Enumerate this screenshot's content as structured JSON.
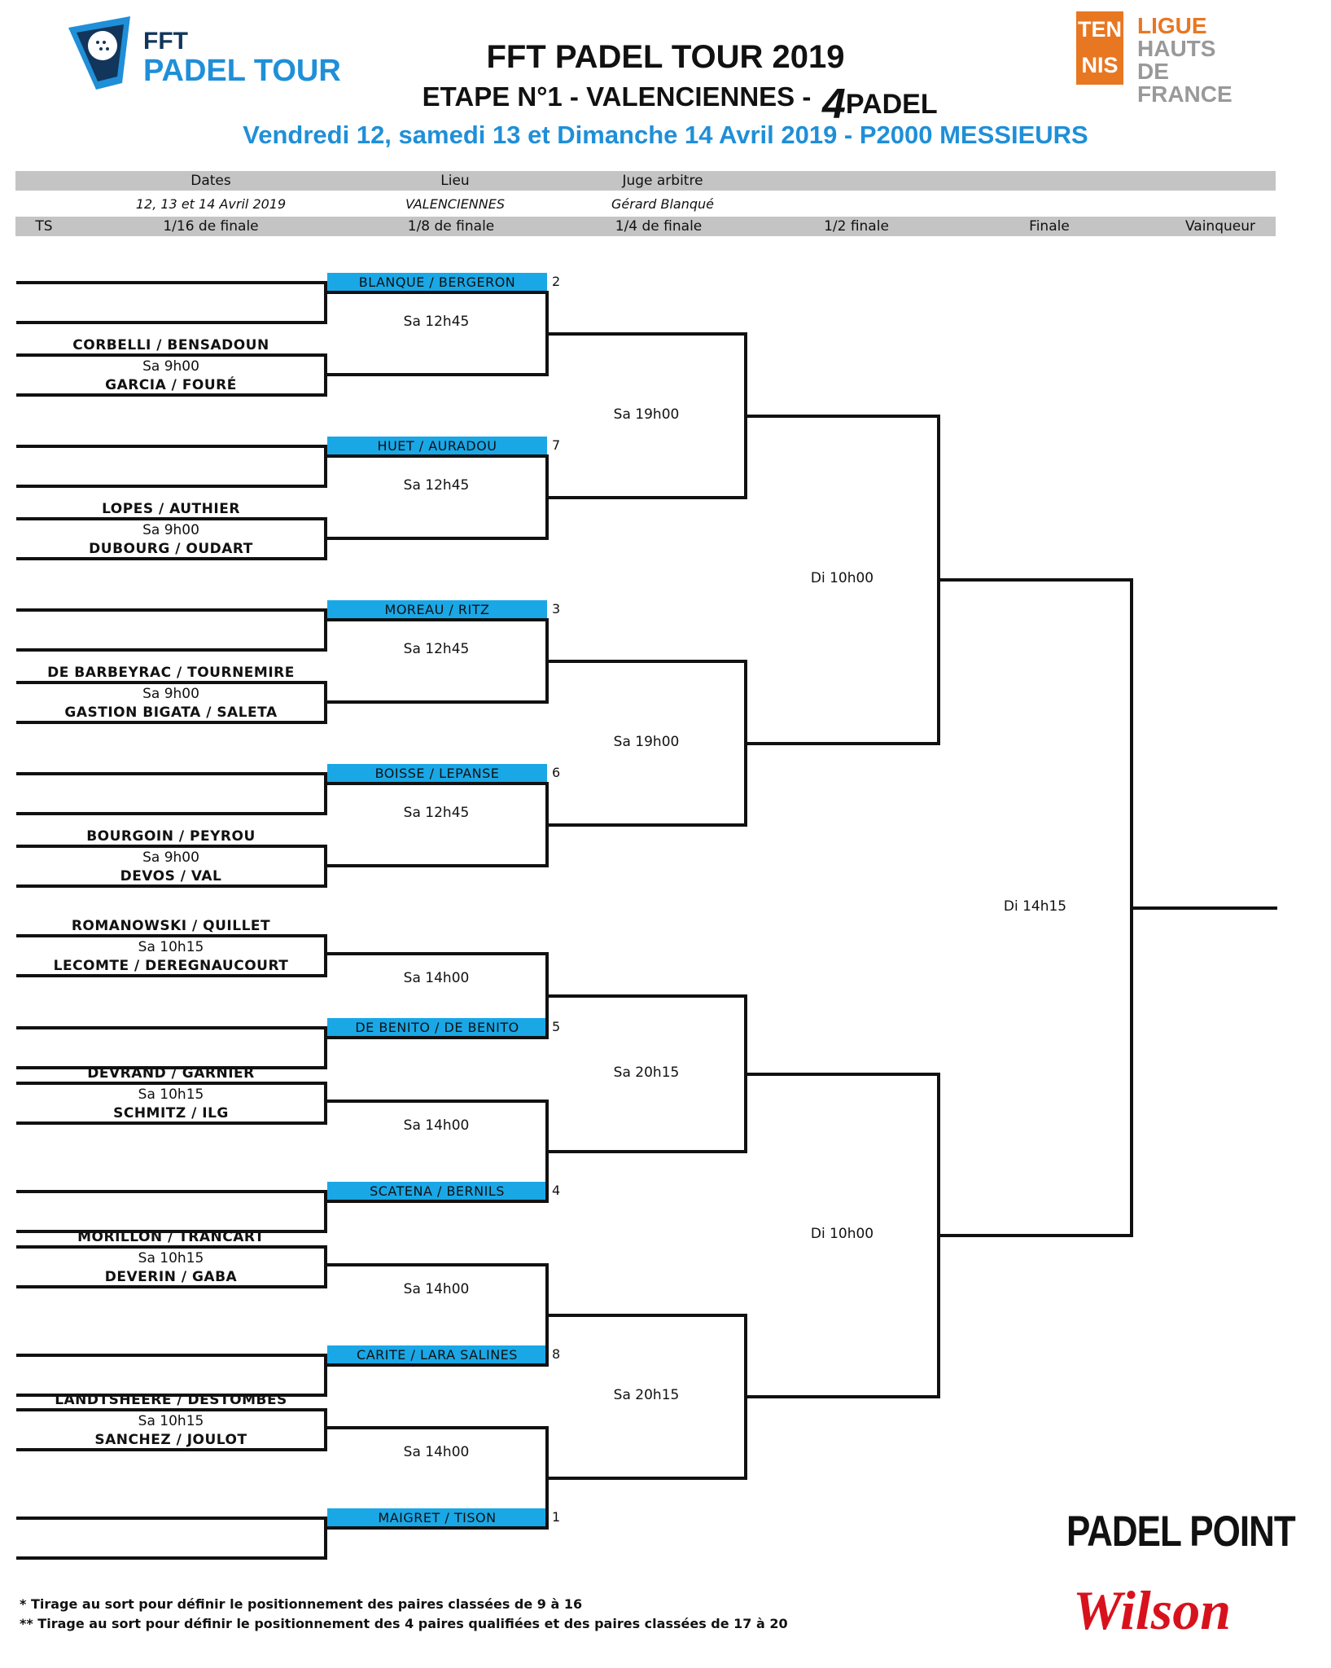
{
  "header": {
    "logo_left": {
      "line1": "FFT",
      "line2": "PADEL TOUR"
    },
    "main_title": "FFT PADEL TOUR 2019",
    "etape": "ETAPE N°1 - VALENCIENNES -",
    "sponsor_logo": {
      "digit": "4",
      "word": "PADEL"
    },
    "date_line": "Vendredi 12, samedi 13 et Dimanche 14 Avril 2019 -  P2000 MESSIEURS",
    "logo_right": {
      "box_top": "TEN",
      "box_bottom": "NIS",
      "line1": "LIGUE",
      "line2": "HAUTS",
      "line3": "DE FRANCE"
    },
    "colors": {
      "accent_blue": "#1f8fd8",
      "seed_blue": "#1aa7e6",
      "orange": "#e87722",
      "grey_bar": "#c4c4c4",
      "wilson_red": "#d8121d"
    }
  },
  "info": {
    "labels": {
      "dates": "Dates",
      "lieu": "Lieu",
      "juge": "Juge arbitre"
    },
    "values": {
      "dates": "12, 13 et 14 Avril 2019",
      "lieu": "VALENCIENNES",
      "juge": "Gérard Blanqué"
    }
  },
  "rounds": {
    "ts": "TS",
    "r16": "1/16 de finale",
    "r8": "1/8 de finale",
    "r4": "1/4 de finale",
    "r2": "1/2 finale",
    "final": "Finale",
    "winner": "Vainqueur"
  },
  "bracket": {
    "r16_matches": [
      {
        "top": "CORBELLI / BENSADOUN",
        "time": "Sa 9h00",
        "bottom": "GARCIA / FOURÉ"
      },
      {
        "top": "LOPES / AUTHIER",
        "time": "Sa 9h00",
        "bottom": "DUBOURG / OUDART"
      },
      {
        "top": "DE BARBEYRAC / TOURNEMIRE",
        "time": "Sa 9h00",
        "bottom": "GASTION BIGATA / SALETA"
      },
      {
        "top": "BOURGOIN / PEYROU",
        "time": "Sa 9h00",
        "bottom": "DEVOS / VAL"
      },
      {
        "top": "ROMANOWSKI / QUILLET",
        "time": "Sa 10h15",
        "bottom": "LECOMTE / DEREGNAUCOURT"
      },
      {
        "top": "DEVRAND / GARNIER",
        "time": "Sa 10h15",
        "bottom": "SCHMITZ / ILG"
      },
      {
        "top": "MORILLON / TRANCART",
        "time": "Sa 10h15",
        "bottom": "DEVERIN / GABA"
      },
      {
        "top": "LANDTSHEERE / DESTOMBES",
        "time": "Sa 10h15",
        "bottom": "SANCHEZ / JOULOT"
      }
    ],
    "seeds": [
      {
        "name": "BLANQUE / BERGERON",
        "seed": "2"
      },
      {
        "name": "HUET / AURADOU",
        "seed": "7"
      },
      {
        "name": "MOREAU / RITZ",
        "seed": "3"
      },
      {
        "name": "BOISSE / LEPANSE",
        "seed": "6"
      },
      {
        "name": "DE BENITO / DE BENITO",
        "seed": "5"
      },
      {
        "name": "SCATENA / BERNILS",
        "seed": "4"
      },
      {
        "name": "CARITE / LARA SALINES",
        "seed": "8"
      },
      {
        "name": "MAIGRET / TISON",
        "seed": "1"
      }
    ],
    "r8_times": [
      "Sa 12h45",
      "Sa 12h45",
      "Sa 12h45",
      "Sa 12h45",
      "Sa 14h00",
      "Sa 14h00",
      "Sa 14h00",
      "Sa 14h00"
    ],
    "qf_times": [
      "Sa 19h00",
      "Sa 19h00",
      "Sa 20h15",
      "Sa 20h15"
    ],
    "sf_times": [
      "Di 10h00",
      "Di 10h00"
    ],
    "final_time": "Di 14h15"
  },
  "footer": {
    "note1": "* Tirage au sort pour définir le positionnement des paires classées de 9 à 16",
    "note2": "** Tirage au sort pour définir le positionnement des 4 paires qualifiées et des paires classées de 17 à 20",
    "sponsor1": "PADEL POINT",
    "sponsor2": "Wilson"
  }
}
